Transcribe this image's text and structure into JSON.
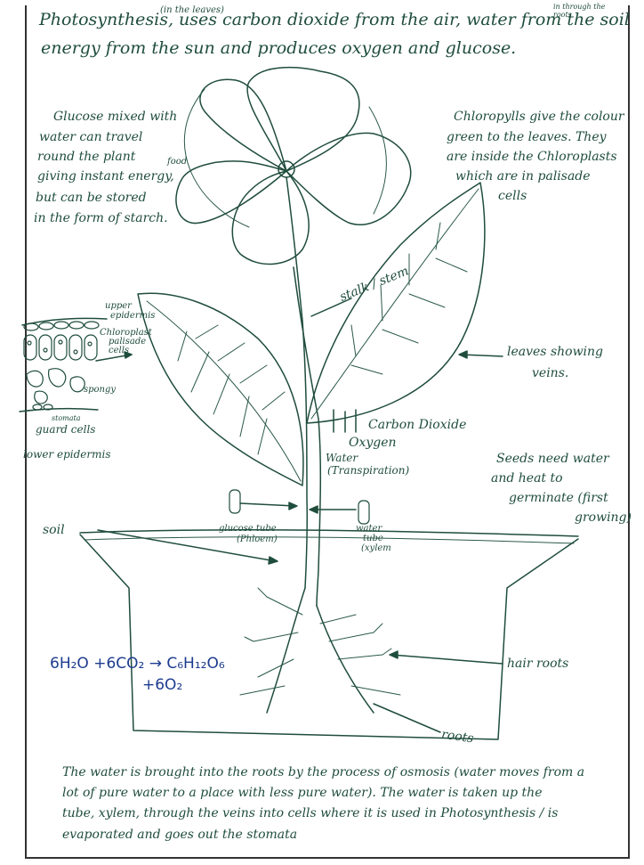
{
  "header": {
    "line1_a": "Photosynthesis",
    "line1_leaves": "(in the leaves)",
    "line1_b": ", uses carbon dioxide from the air, water from the soil",
    "line1_roots": "in through the roots",
    "line1_c": ", the roots",
    "line2": "energy from the sun and produces oxygen and glucose."
  },
  "notes": {
    "glucose": [
      "Glucose mixed with",
      "water can travel",
      "round the plant",
      "giving instant energy,",
      "but can be stored",
      "in the form of starch."
    ],
    "glucose_food": "food",
    "chlorophyll": [
      "Chloropylls give the colour",
      "green to the leaves. They",
      "are inside the Chloroplasts",
      "which are in palisade",
      "cells"
    ],
    "stalk": "stalk / stem",
    "leaves_veins": [
      "leaves showing",
      "veins."
    ],
    "carbon_dioxide": "Carbon Dioxide",
    "oxygen": "Oxygen",
    "water_transpiration": [
      "Water",
      "(Transpiration)"
    ],
    "seeds": [
      "Seeds need water",
      "and heat to",
      "germinate (first",
      "growing)"
    ],
    "soil": "soil",
    "glucose_tube": [
      "glucose tube",
      "(Phloem)"
    ],
    "water_tube": [
      "water",
      "tube",
      "(xylem"
    ],
    "hair_roots": "hair roots",
    "roots": "roots"
  },
  "leaf_cells": {
    "upper": [
      "upper",
      "epidermis"
    ],
    "chloroplast": [
      "Chloroplast",
      "palisade",
      "cells"
    ],
    "spongy": "spongy",
    "guard": [
      "stomata",
      "guard cells"
    ],
    "lower": "lower epidermis"
  },
  "equation": {
    "line1": "6H₂O +6CO₂ → C₆H₁₂O₆",
    "line2": "+6O₂"
  },
  "footer": [
    "The water is brought into the roots by the process of osmosis (water moves from a",
    "lot of pure water to a place with less pure water). The water is taken up the",
    "tube, xylem, through the veins into cells where it is used in Photosynthesis / is",
    "evaporated and goes out the stomata"
  ],
  "colors": {
    "ink": "#1f4d3c",
    "equation": "#1d3c8f"
  }
}
